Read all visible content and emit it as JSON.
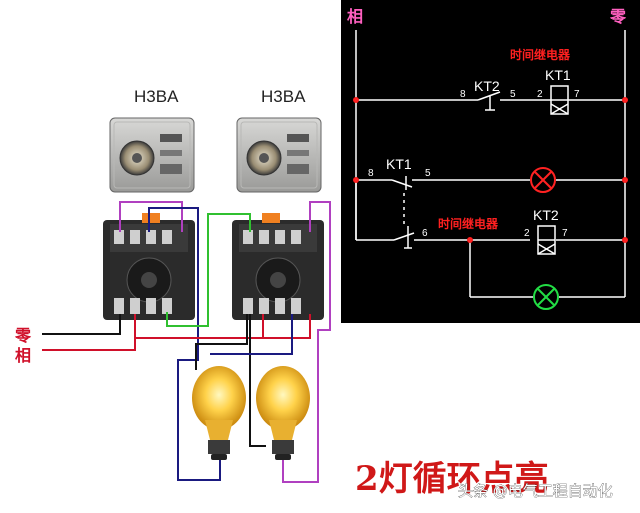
{
  "wiring": {
    "timer_model_left": "H3BA",
    "timer_model_right": "H3BA",
    "neutral_label": "零",
    "live_label": "相"
  },
  "schematic": {
    "live_label": "相",
    "neutral_label": "零",
    "timer_relay_label": "时间继电器",
    "timer_relay_label_2": "时间继电器",
    "kt1_coil": "KT1",
    "kt2_coil": "KT2",
    "kt1_contact": "KT1",
    "kt2_contact": "KT2",
    "pin_8_top": "8",
    "pin_5_top": "5",
    "pin_2_top": "2",
    "pin_7_top": "7",
    "pin_8_mid": "8",
    "pin_5_mid": "5",
    "pin_6_bot": "6",
    "pin_2_bot": "2",
    "pin_7_bot": "7"
  },
  "caption": {
    "title": "2灯循环点亮"
  },
  "watermark": {
    "text": "头条 @电气工程自动化"
  },
  "colors": {
    "schematic_bg": "#000000",
    "schematic_wire": "#ffffff",
    "label_red": "#ff2020",
    "lamp_red": "#ff2222",
    "lamp_green": "#22dd44",
    "wire_red": "#d0102a",
    "wire_purple": "#b040c0",
    "wire_navy": "#1a1a80",
    "wire_green": "#30c030",
    "pink_label": "#ff60c0"
  }
}
